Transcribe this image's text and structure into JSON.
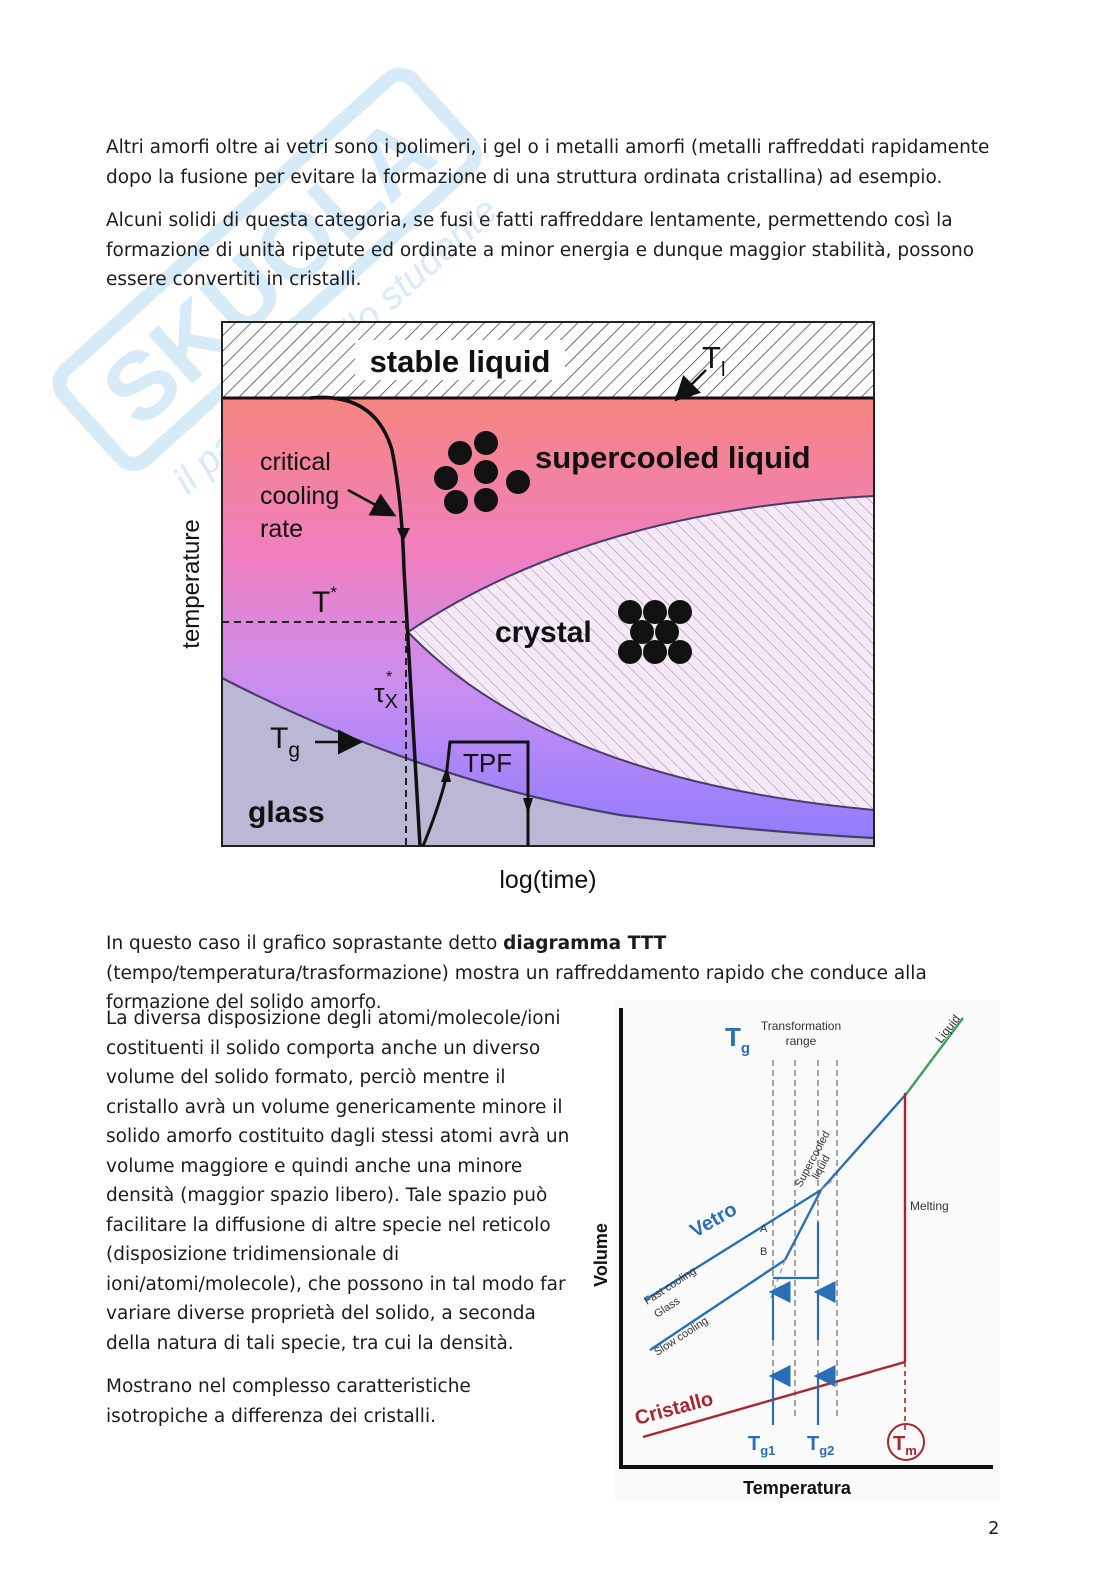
{
  "paragraphs": {
    "p1": "Altri amorfi oltre ai vetri sono i polimeri, i gel o i metalli amorfi (metalli raffreddati rapidamente dopo la fusione per evitare la formazione di una struttura ordinata cristallina) ad esempio.",
    "p2": "Alcuni solidi di questa categoria, se fusi e fatti raffreddare lentamente, permettendo così la formazione di unità ripetute ed ordinate a minor energia e dunque maggior stabilità, possono essere convertiti in cristalli.",
    "p3_before": "In questo caso il grafico soprastante detto ",
    "p3_bold": "diagramma TTT",
    "p3_after": " (tempo/temperatura/trasformazione) mostra un raffreddamento rapido che conduce alla formazione del solido amorfo.",
    "p4": "La diversa disposizione degli atomi/molecole/ioni costituenti il solido comporta anche un diverso volume del solido formato, perciò mentre il cristallo avrà un volume genericamente minore il solido amorfo costituito dagli stessi atomi avrà un volume maggiore e quindi anche una minore densità (maggior spazio libero). Tale spazio può facilitare la diffusione di altre specie nel reticolo (disposizione tridimensionale di ioni/atomi/molecole), che possono in tal modo far variare diverse proprietà del solido, a seconda della natura di tali specie, tra cui la densità.",
    "p5": "Mostrano nel complesso caratteristiche isotropiche a differenza dei cristalli."
  },
  "page_number": "2",
  "watermark": {
    "brand": "SKUOLA.net",
    "tagline": "il paradiso dello studente"
  },
  "ttt_diagram": {
    "stable_liquid": "stable liquid",
    "tl_main": "T",
    "tl_sub": "l",
    "supercooled_liquid": "supercooled liquid",
    "critical_1": "critical",
    "critical_2": "cooling",
    "critical_3": "rate",
    "t_star": "T",
    "t_star_sup": "*",
    "crystal": "crystal",
    "tau": "τ",
    "tau_sub": "X",
    "tau_sup": "*",
    "tg_main": "T",
    "tg_sub": "g",
    "tpf": "TPF",
    "glass": "glass",
    "ylabel": "temperature",
    "xlabel": "log(time)"
  },
  "volume_diagram": {
    "tg_main": "T",
    "tg_sub": "g",
    "transformation_1": "Transformation",
    "transformation_2": "range",
    "liquid": "Liquid",
    "supercooled_1": "Supercooled",
    "supercooled_2": "liquid",
    "melting": "Melting",
    "vetro": "Vetro",
    "point_a": "A",
    "point_b": "B",
    "fast_cooling": "Fast cooling",
    "glass": "Glass",
    "slow_cooling": "Slow cooling",
    "cristallo": "Cristallo",
    "tg1_main": "T",
    "tg1_sub": "g1",
    "tg2_main": "T",
    "tg2_sub": "g2",
    "tm_main": "T",
    "tm_sub": "m",
    "ylabel": "Volume",
    "xlabel": "Temperatura"
  }
}
